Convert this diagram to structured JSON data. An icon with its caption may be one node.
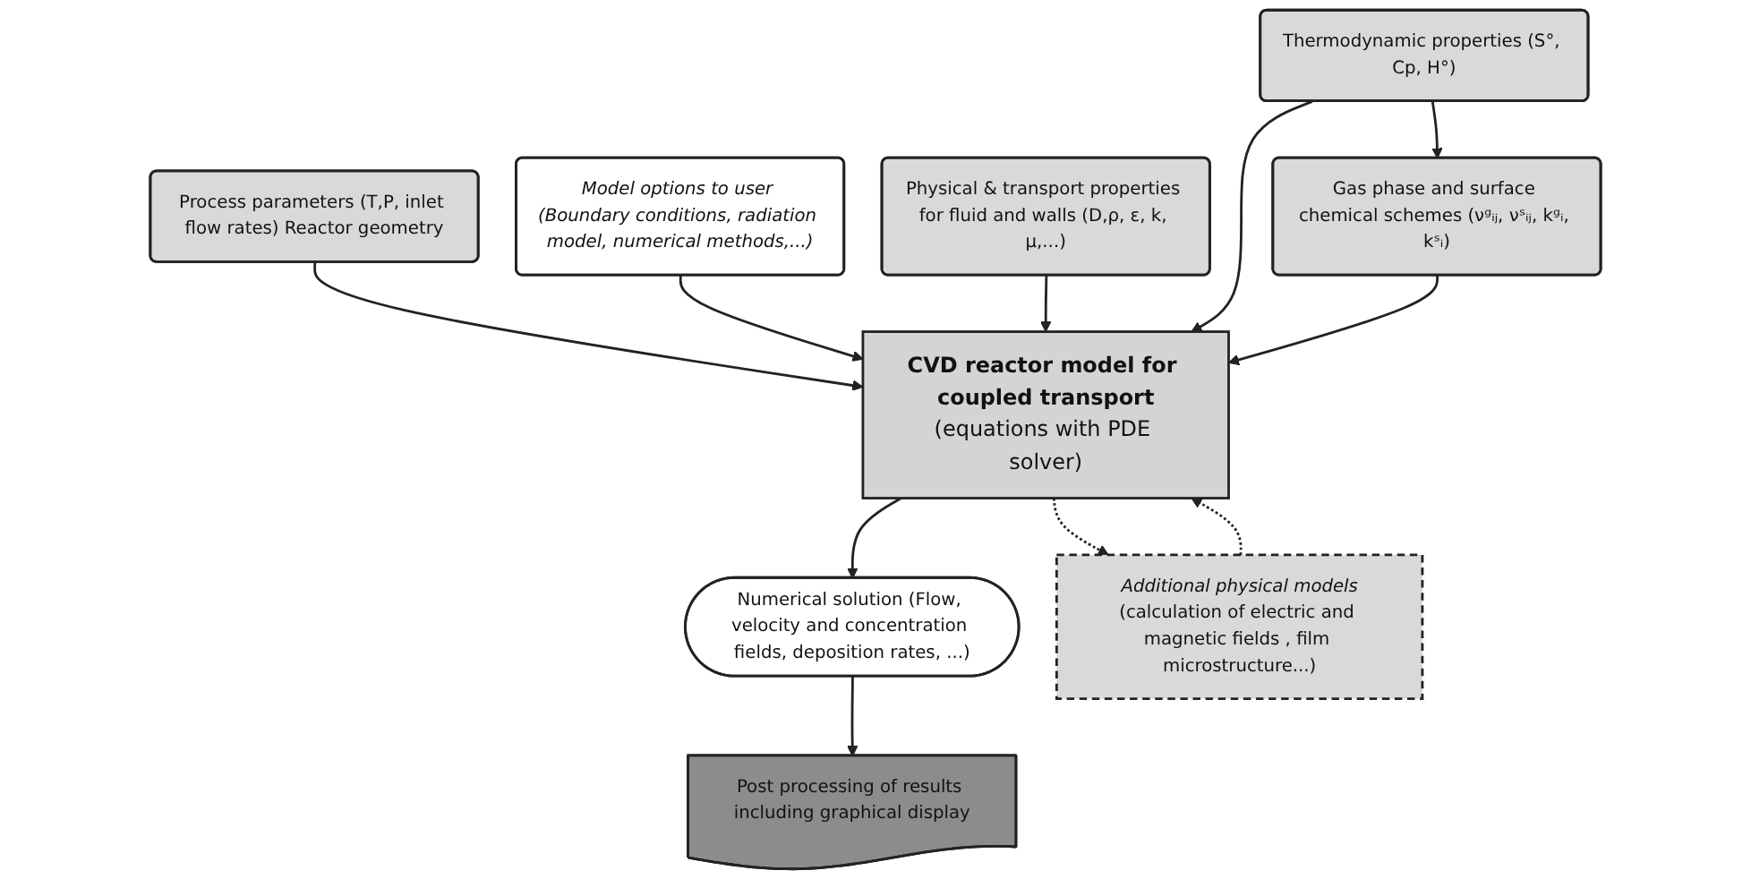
{
  "diagram": {
    "nodes": [
      {
        "text": [
          "Process parameters (T,P, inlet flow rates) Reactor geometry"
        ]
      },
      {
        "text": [
          "Model options to user (Boundary conditions, radiation model, numerical methods,...)"
        ]
      },
      {
        "text": [
          "Physical & transport properties for fluid and walls (D,ρ, ε, k, μ,...)"
        ]
      },
      {
        "text": [
          "Numerical solution (Flow, velocity and concentration fields, deposition rates, ...)"
        ]
      },
      {
        "text": [
          "CVD reactor model for coupled transport",
          "(equations with PDE solver)"
        ]
      },
      {
        "text": [
          "Thermodynamic properties (S°, Cp, H°)"
        ]
      },
      {
        "text": [
          "Post processing of results including graphical display"
        ]
      },
      {
        "text": [
          "Additional physical models",
          "(calculation of electric and magnetic fields , film microstructure...)"
        ]
      },
      {
        "text": [
          "Gas phase and surface chemical schemes (νᵍᵢⱼ, νˢᵢⱼ, kᵍᵢ, kˢᵢ)"
        ]
      }
    ],
    "edges": [
      {
        "from": 0,
        "to": 4,
        "arrow": "to"
      },
      {
        "from": 1,
        "to": 4,
        "arrow": "to"
      },
      {
        "from": 2,
        "to": 4,
        "arrow": "to"
      },
      {
        "from": 4,
        "to": 3,
        "arrow": "to"
      },
      {
        "from": 5,
        "to": 4,
        "arrow": "to"
      },
      {
        "from": 3,
        "to": 6,
        "arrow": "to"
      },
      {
        "from": 5,
        "to": 8,
        "arrow": "to"
      },
      {
        "from": 8,
        "to": 4,
        "arrow": "to"
      },
      {
        "from": 7,
        "to": 4,
        "arrow": "to",
        "style": "dashed"
      },
      {
        "from": 4,
        "to": 7,
        "arrow": "to",
        "style": "dashed"
      }
    ]
  }
}
